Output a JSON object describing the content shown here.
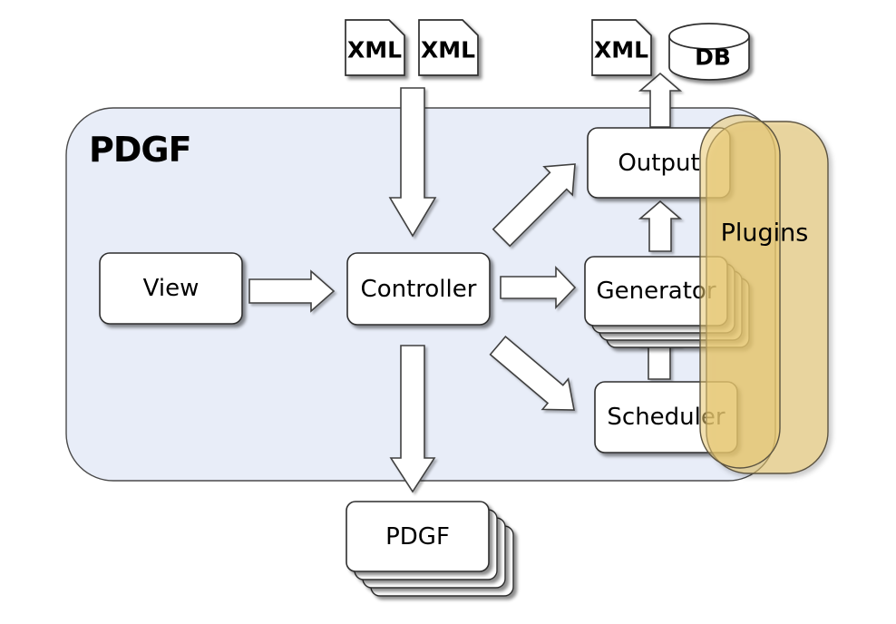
{
  "title": "PDGF architecture diagram",
  "container": {
    "label": "PDGF"
  },
  "nodes": {
    "view": {
      "label": "View"
    },
    "controller": {
      "label": "Controller"
    },
    "generator": {
      "label": "Generator",
      "stacked": true
    },
    "scheduler": {
      "label": "Scheduler"
    },
    "output": {
      "label": "Output"
    },
    "pdgf_instances": {
      "label": "PDGF",
      "stacked": true
    }
  },
  "overlay": {
    "plugins_label": "Plugins"
  },
  "icons": {
    "xml_config_1": {
      "label": "XML",
      "type": "xml-document-icon"
    },
    "xml_config_2": {
      "label": "XML",
      "type": "xml-document-icon"
    },
    "xml_output": {
      "label": "XML",
      "type": "xml-document-icon"
    },
    "db_output": {
      "label": "DB",
      "type": "database-cylinder-icon"
    }
  },
  "edges": [
    {
      "from": "xml-config-files",
      "to": "controller"
    },
    {
      "from": "view",
      "to": "controller"
    },
    {
      "from": "controller",
      "to": "generator"
    },
    {
      "from": "controller",
      "to": "output"
    },
    {
      "from": "controller",
      "to": "scheduler"
    },
    {
      "from": "controller",
      "to": "pdgf-instances"
    },
    {
      "from": "scheduler",
      "to": "generator"
    },
    {
      "from": "generator",
      "to": "output"
    },
    {
      "from": "output",
      "to": "xml-and-db"
    }
  ],
  "colors": {
    "container_fill": "#e8edf8",
    "container_stroke": "#4a4a4a",
    "box_fill": "#ffffff",
    "box_stroke": "#2e2e2e",
    "arrow_fill": "#ffffff",
    "arrow_stroke": "#3f3f3f",
    "plugin_fill": "rgba(233,200,112,0.55)",
    "plugin_stroke": "#5b5340",
    "text": "#000000"
  }
}
